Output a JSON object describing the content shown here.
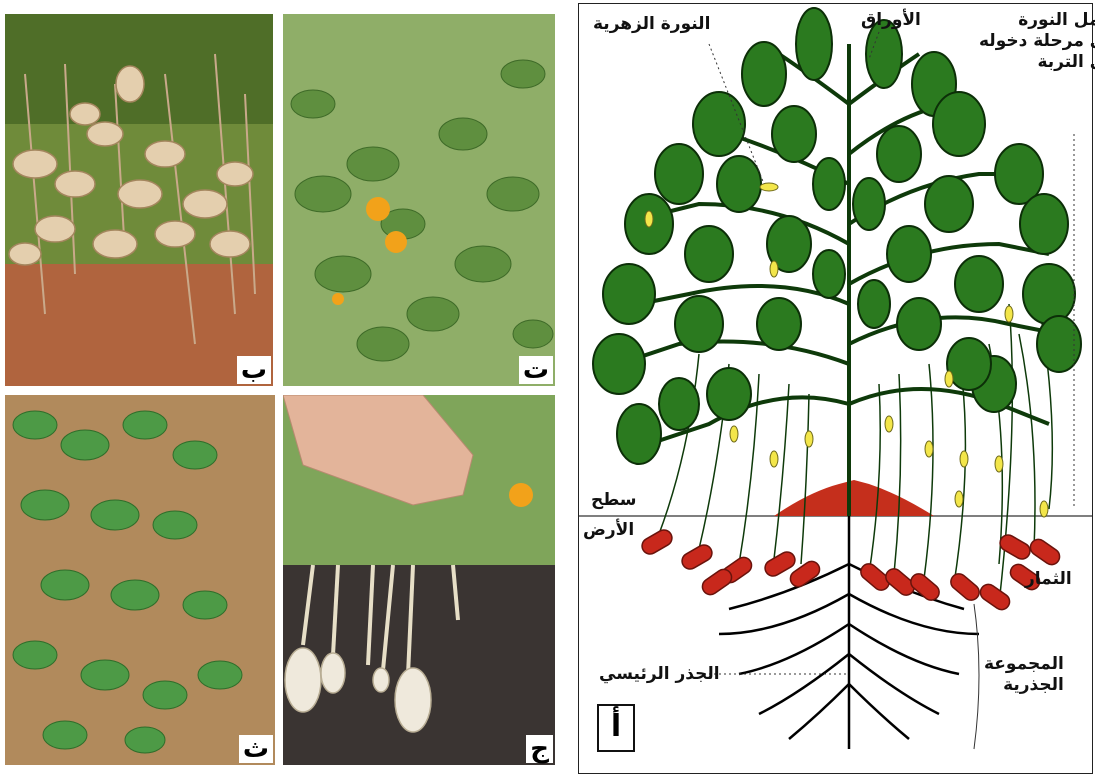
{
  "panels": {
    "b": {
      "label": "ب"
    },
    "t": {
      "label": "ت"
    },
    "th": {
      "label": "ث"
    },
    "j": {
      "label": "ج"
    }
  },
  "diagram": {
    "panel_letter": "أ",
    "labels": {
      "peduncle_l1": "حامل النورة",
      "peduncle_l2": "في مرحلة دخوله",
      "peduncle_l3": "في التربة",
      "leaves": "الأوراق",
      "inflorescence": "النورة الزهرية",
      "surface_l1": "سطح",
      "surface_l2": "الأرض",
      "fruits": "الثمار",
      "root_system_l1": "المجموعة",
      "root_system_l2": "الجذرية",
      "main_root": "الجذر الرئيسي"
    }
  },
  "colors": {
    "leaf": "#2b7a1f",
    "leaf_outline": "#0c2f08",
    "stem": "#0e3a0a",
    "fruit": "#c8281c",
    "mound": "#c52f1c",
    "flower": "#f3e64a",
    "soil": "#8a4a2a"
  }
}
